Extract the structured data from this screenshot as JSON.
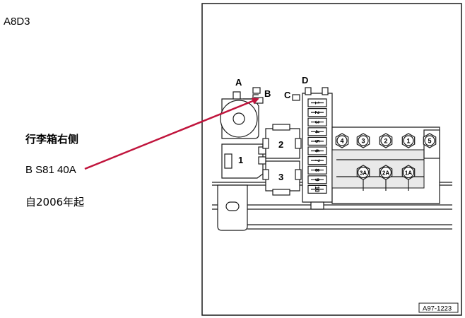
{
  "model_code": "A8D3",
  "location_label": "行李箱右侧",
  "fuse_label": "B S81 40A",
  "since_label": "自2006年起",
  "diagram": {
    "component_letters": {
      "a": "A",
      "b": "B",
      "c": "C",
      "d": "D"
    },
    "relays": {
      "r1": "1",
      "r2": "2",
      "r3": "3"
    },
    "fuse_numbers": [
      "1",
      "2",
      "3",
      "4",
      "5",
      "6",
      "7",
      "8",
      "9",
      "10"
    ],
    "main_fuses_top": [
      "4",
      "3",
      "2",
      "1",
      "5"
    ],
    "main_fuses_bottom": [
      "3A",
      "2A",
      "1A"
    ],
    "figure_code": "A97-1223"
  },
  "colors": {
    "arrow": "#c0143c",
    "frame": "#1a1a1a"
  }
}
